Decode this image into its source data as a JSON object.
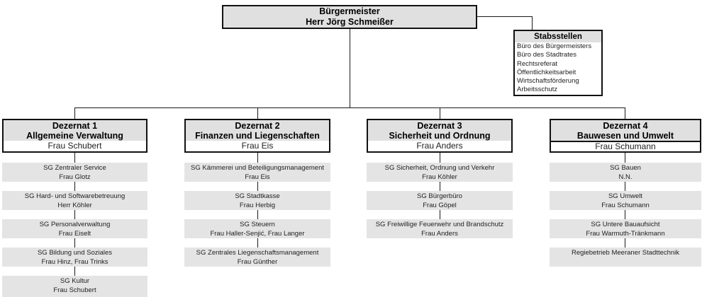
{
  "colors": {
    "node_fill": "#e0e0e0",
    "unit_fill": "#e4e4e4",
    "border": "#111111",
    "background": "#ffffff"
  },
  "root": {
    "line1": "Bürgermeister",
    "line2": "Herr Jörg Schmeißer"
  },
  "stabsstellen": {
    "title": "Stabsstellen",
    "items": [
      "Büro des Bürgermeisters",
      "Büro des Stadtrates",
      "Rechtsreferat",
      "Öffentlichkeitsarbeit",
      "Wirtschaftsförderung",
      "Arbeitsschutz"
    ]
  },
  "departments": [
    {
      "title": "Dezernat 1",
      "subtitle": "Allgemeine Verwaltung",
      "head": "Frau Schubert",
      "units": [
        {
          "name": "SG Zentraler Service",
          "person": "Frau Glotz"
        },
        {
          "name": "SG Hard- und Softwarebetreuung",
          "person": "Herr Köhler"
        },
        {
          "name": "SG Personalverwaltung",
          "person": "Frau Eiselt"
        },
        {
          "name": "SG Bildung und Soziales",
          "person": "Frau Hinz, Frau Trinks"
        },
        {
          "name": "SG Kultur",
          "person": "Frau Schubert"
        }
      ]
    },
    {
      "title": "Dezernat 2",
      "subtitle": "Finanzen und Liegenschaften",
      "head": "Frau Eis",
      "units": [
        {
          "name": "SG Kämmerei und Beteiligungsmanagement",
          "person": "Frau Eis"
        },
        {
          "name": "SG Stadtkasse",
          "person": "Frau Herbig"
        },
        {
          "name": "SG Steuern",
          "person": "Frau Haller-Senjić, Frau Langer"
        },
        {
          "name": "SG Zentrales Liegenschaftsmanagement",
          "person": "Frau Günther"
        }
      ]
    },
    {
      "title": "Dezernat 3",
      "subtitle": "Sicherheit und Ordnung",
      "head": "Frau Anders",
      "units": [
        {
          "name": "SG Sicherheit, Ordnung und Verkehr",
          "person": "Frau Köhler"
        },
        {
          "name": "SG Bürgerbüro",
          "person": "Frau Göpel"
        },
        {
          "name": "SG Freiwillige Feuerwehr und Brandschutz",
          "person": "Frau Anders"
        }
      ]
    },
    {
      "title": "Dezernat 4",
      "subtitle": "Bauwesen und Umwelt",
      "head": "Frau Schumann",
      "units": [
        {
          "name": "SG Bauen",
          "person": "N.N."
        },
        {
          "name": "SG Umwelt",
          "person": "Frau Schumann"
        },
        {
          "name": "SG Untere Bauaufsicht",
          "person": "Frau Warmuth-Tränkmann"
        },
        {
          "name": "Regiebetrieb Meeraner Stadttechnik",
          "person": ""
        }
      ]
    }
  ]
}
